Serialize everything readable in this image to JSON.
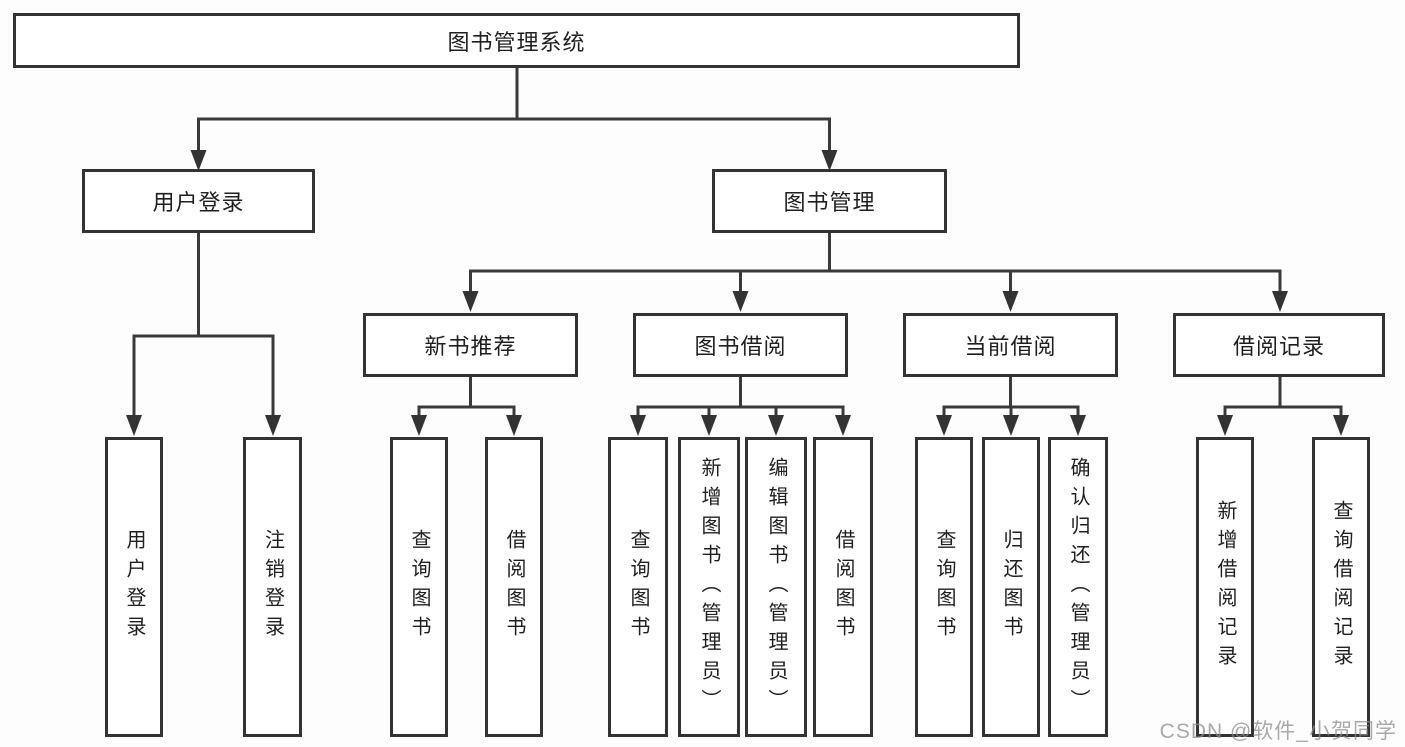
{
  "tree": {
    "root": {
      "label": "图书管理系统"
    },
    "branches": [
      {
        "label": "用户登录",
        "children": [
          "用户登录",
          "注销登录"
        ]
      },
      {
        "label": "图书管理"
      }
    ],
    "modules": [
      {
        "label": "新书推荐",
        "children": [
          "查询图书",
          "借阅图书"
        ]
      },
      {
        "label": "图书借阅",
        "children": [
          "查询图书",
          "新增图书（管理员）",
          "编辑图书（管理员）",
          "借阅图书"
        ]
      },
      {
        "label": "当前借阅",
        "children": [
          "查询图书",
          "归还图书",
          "确认归还（管理员）"
        ]
      },
      {
        "label": "借阅记录",
        "children": [
          "新增借阅记录",
          "查询借阅记录"
        ]
      }
    ]
  },
  "watermark": {
    "text": "CSDN @软件_小贺同学"
  },
  "colors": {
    "line": "#3a3a3a",
    "box_border": "#333333",
    "box_fill": "#ffffff",
    "text": "#1f1f1f",
    "watermark": "#8c8c8c",
    "background": "#fdfdfd"
  }
}
